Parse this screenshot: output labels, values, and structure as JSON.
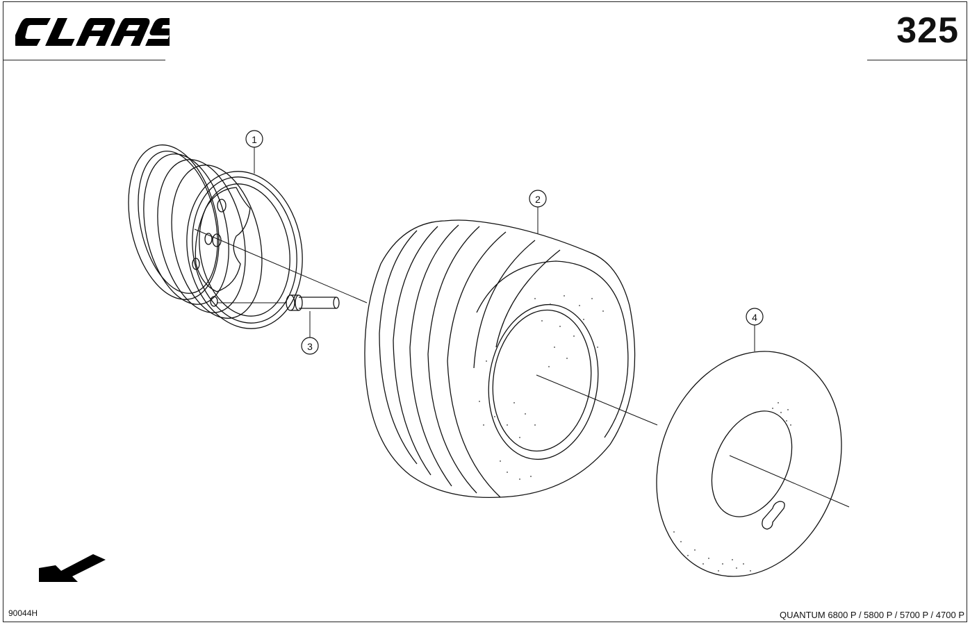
{
  "header": {
    "brand": "CLAAS",
    "page_number": "325"
  },
  "footer": {
    "drawing_number": "90044H",
    "models": "QUANTUM 6800 P / 5800 P / 5700 P / 4700 P"
  },
  "callouts": [
    {
      "id": "1",
      "label": "1"
    },
    {
      "id": "2",
      "label": "2"
    },
    {
      "id": "3",
      "label": "3"
    },
    {
      "id": "4",
      "label": "4"
    }
  ],
  "icons": {
    "logo": "claas-logo",
    "direction": "direction-arrow-icon"
  }
}
